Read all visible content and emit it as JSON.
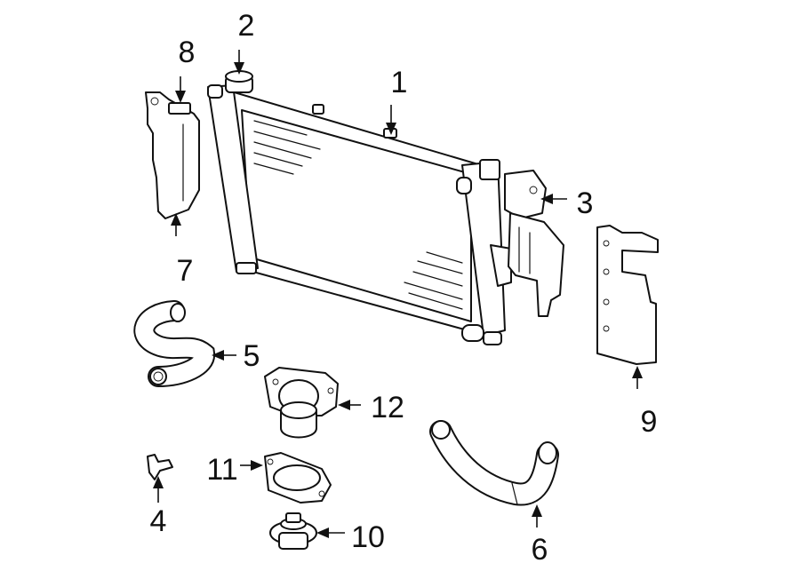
{
  "diagram": {
    "callouts": [
      {
        "id": "1",
        "label": "1"
      },
      {
        "id": "2",
        "label": "2"
      },
      {
        "id": "3",
        "label": "3"
      },
      {
        "id": "4",
        "label": "4"
      },
      {
        "id": "5",
        "label": "5"
      },
      {
        "id": "6",
        "label": "6"
      },
      {
        "id": "7",
        "label": "7"
      },
      {
        "id": "8",
        "label": "8"
      },
      {
        "id": "9",
        "label": "9"
      },
      {
        "id": "10",
        "label": "10"
      },
      {
        "id": "11",
        "label": "11"
      },
      {
        "id": "12",
        "label": "12"
      }
    ],
    "parts": [
      {
        "callout": "1",
        "kind": "radiator"
      },
      {
        "callout": "2",
        "kind": "radiator-cap"
      },
      {
        "callout": "3",
        "kind": "bracket"
      },
      {
        "callout": "4",
        "kind": "drain-valve"
      },
      {
        "callout": "5",
        "kind": "hose"
      },
      {
        "callout": "6",
        "kind": "hose"
      },
      {
        "callout": "7",
        "kind": "insulator"
      },
      {
        "callout": "8",
        "kind": "insulator"
      },
      {
        "callout": "9",
        "kind": "panel"
      },
      {
        "callout": "10",
        "kind": "thermostat"
      },
      {
        "callout": "11",
        "kind": "gasket"
      },
      {
        "callout": "12",
        "kind": "housing"
      }
    ]
  }
}
